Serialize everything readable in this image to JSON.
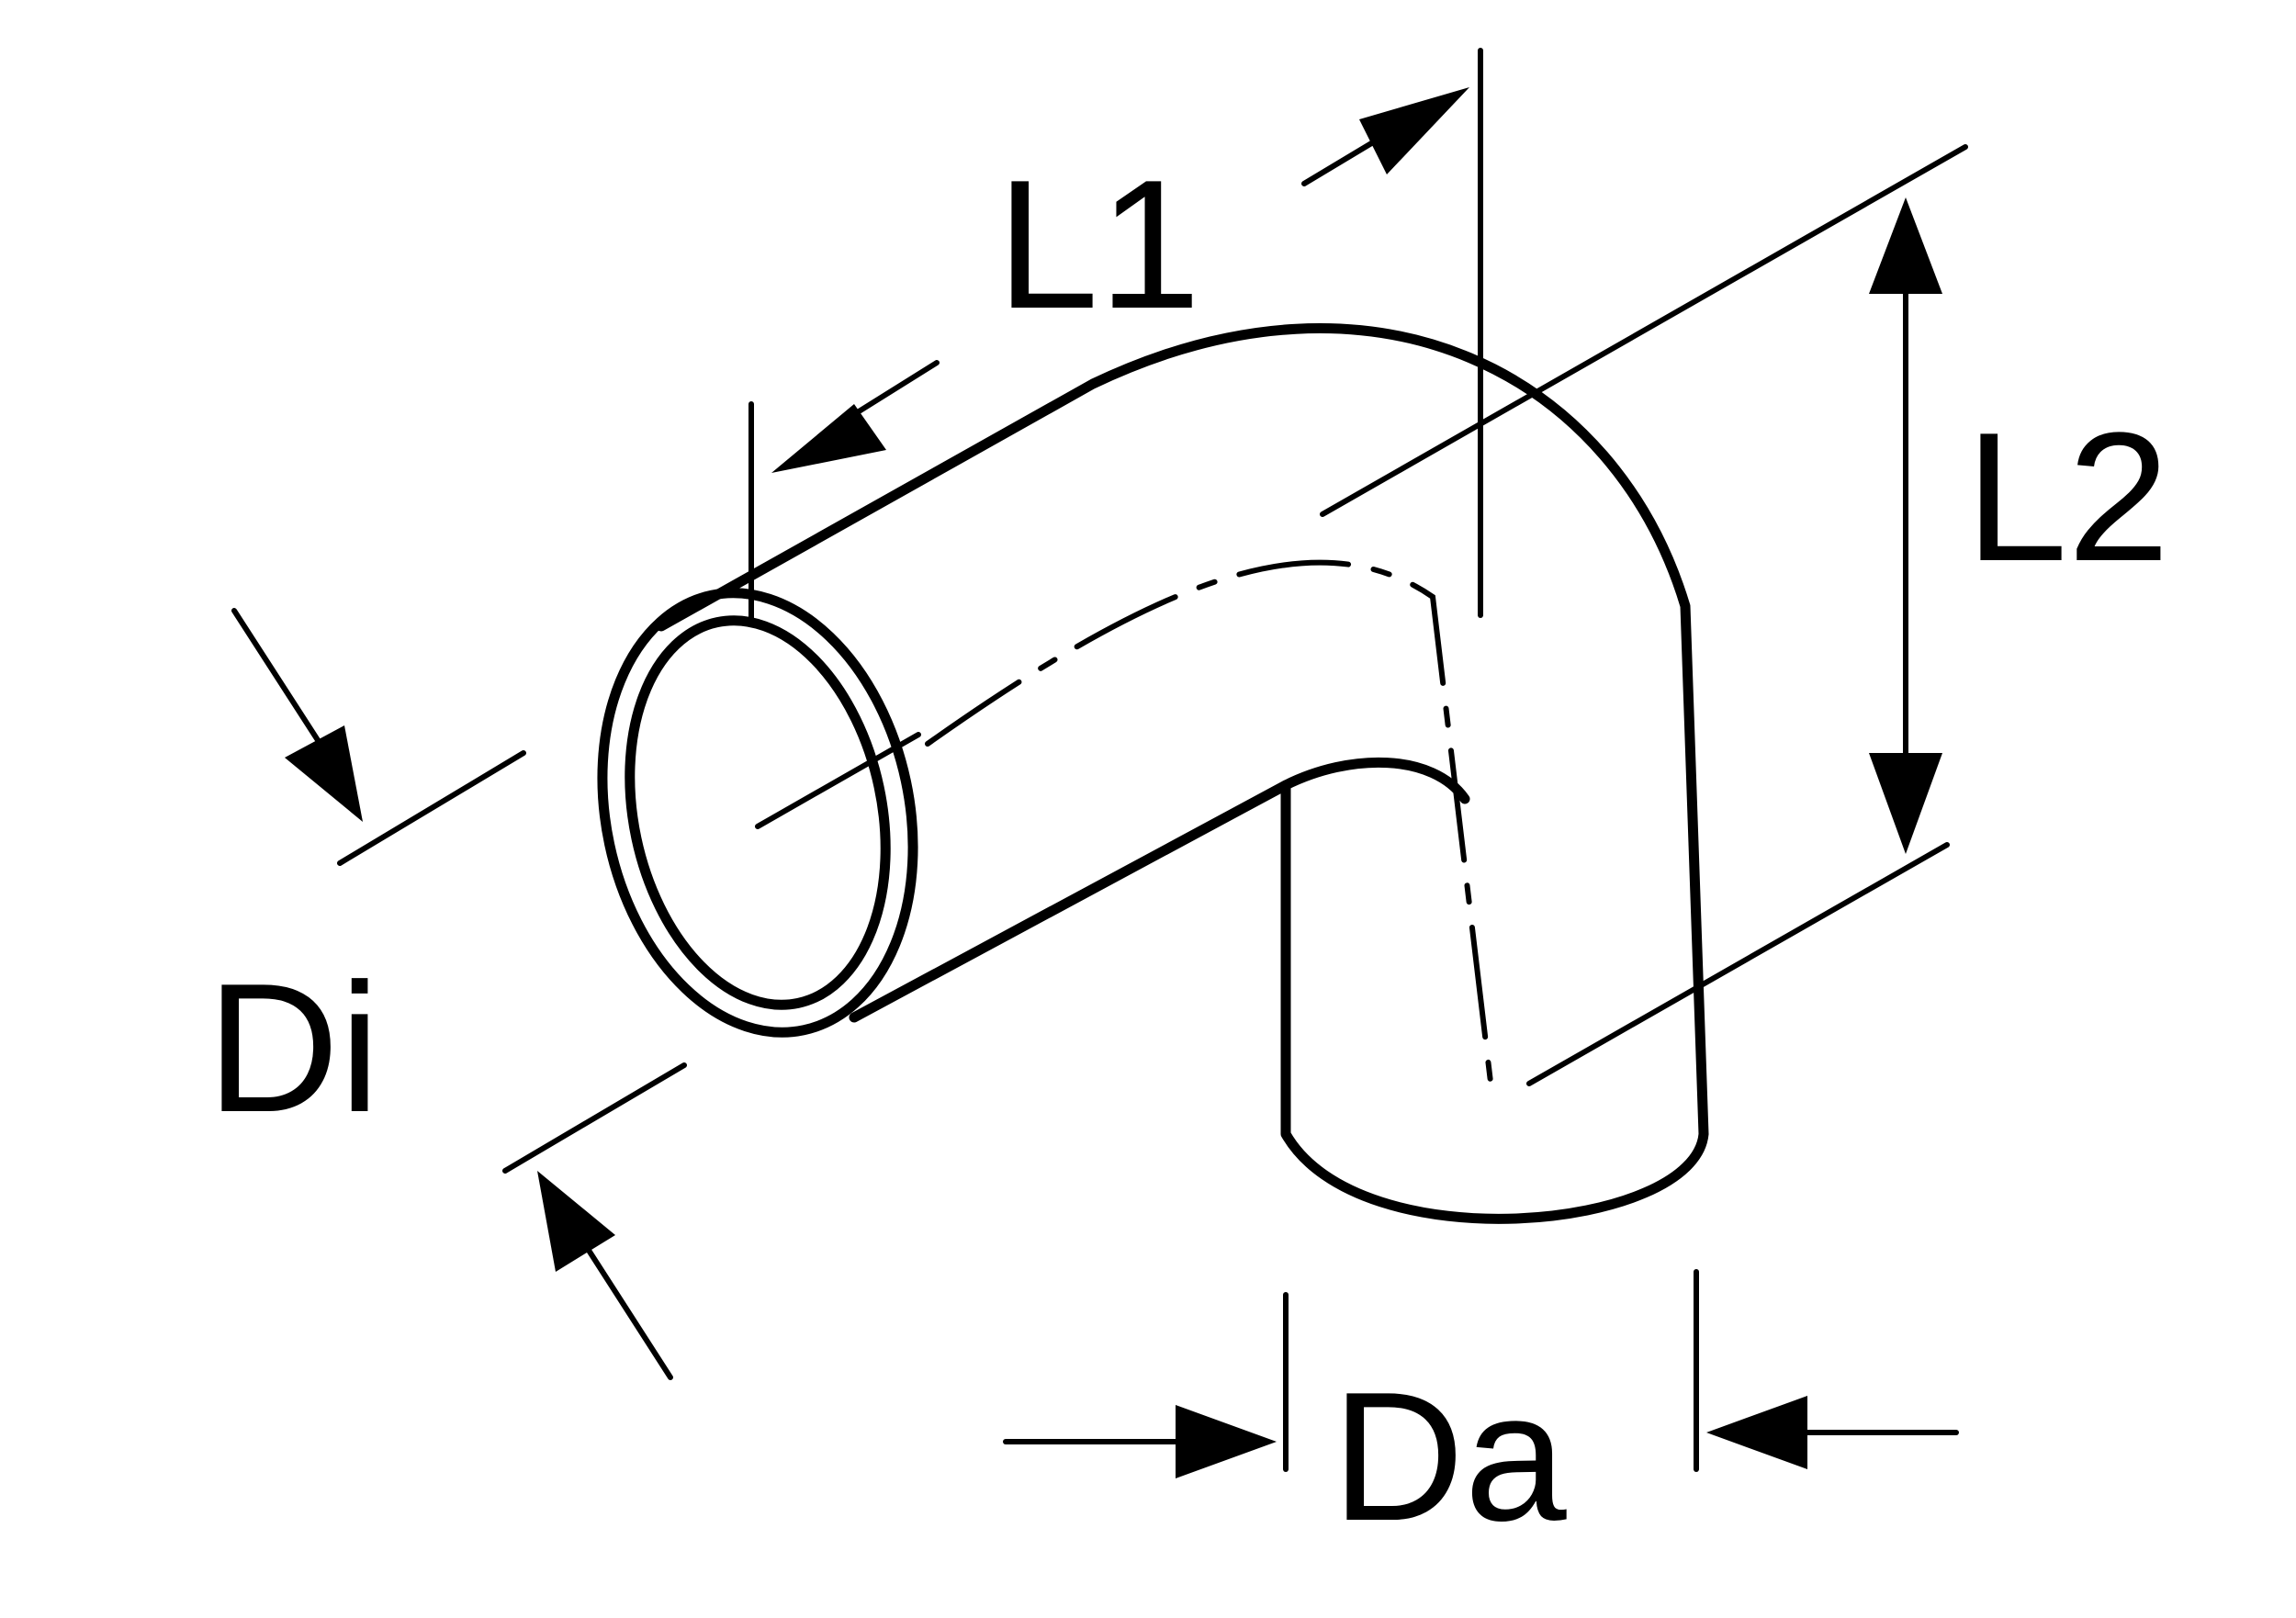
{
  "labels": {
    "l1": "L1",
    "l2": "L2",
    "di": "Di",
    "da": "Da"
  },
  "colors": {
    "line": "#000000",
    "background": "#ffffff"
  }
}
